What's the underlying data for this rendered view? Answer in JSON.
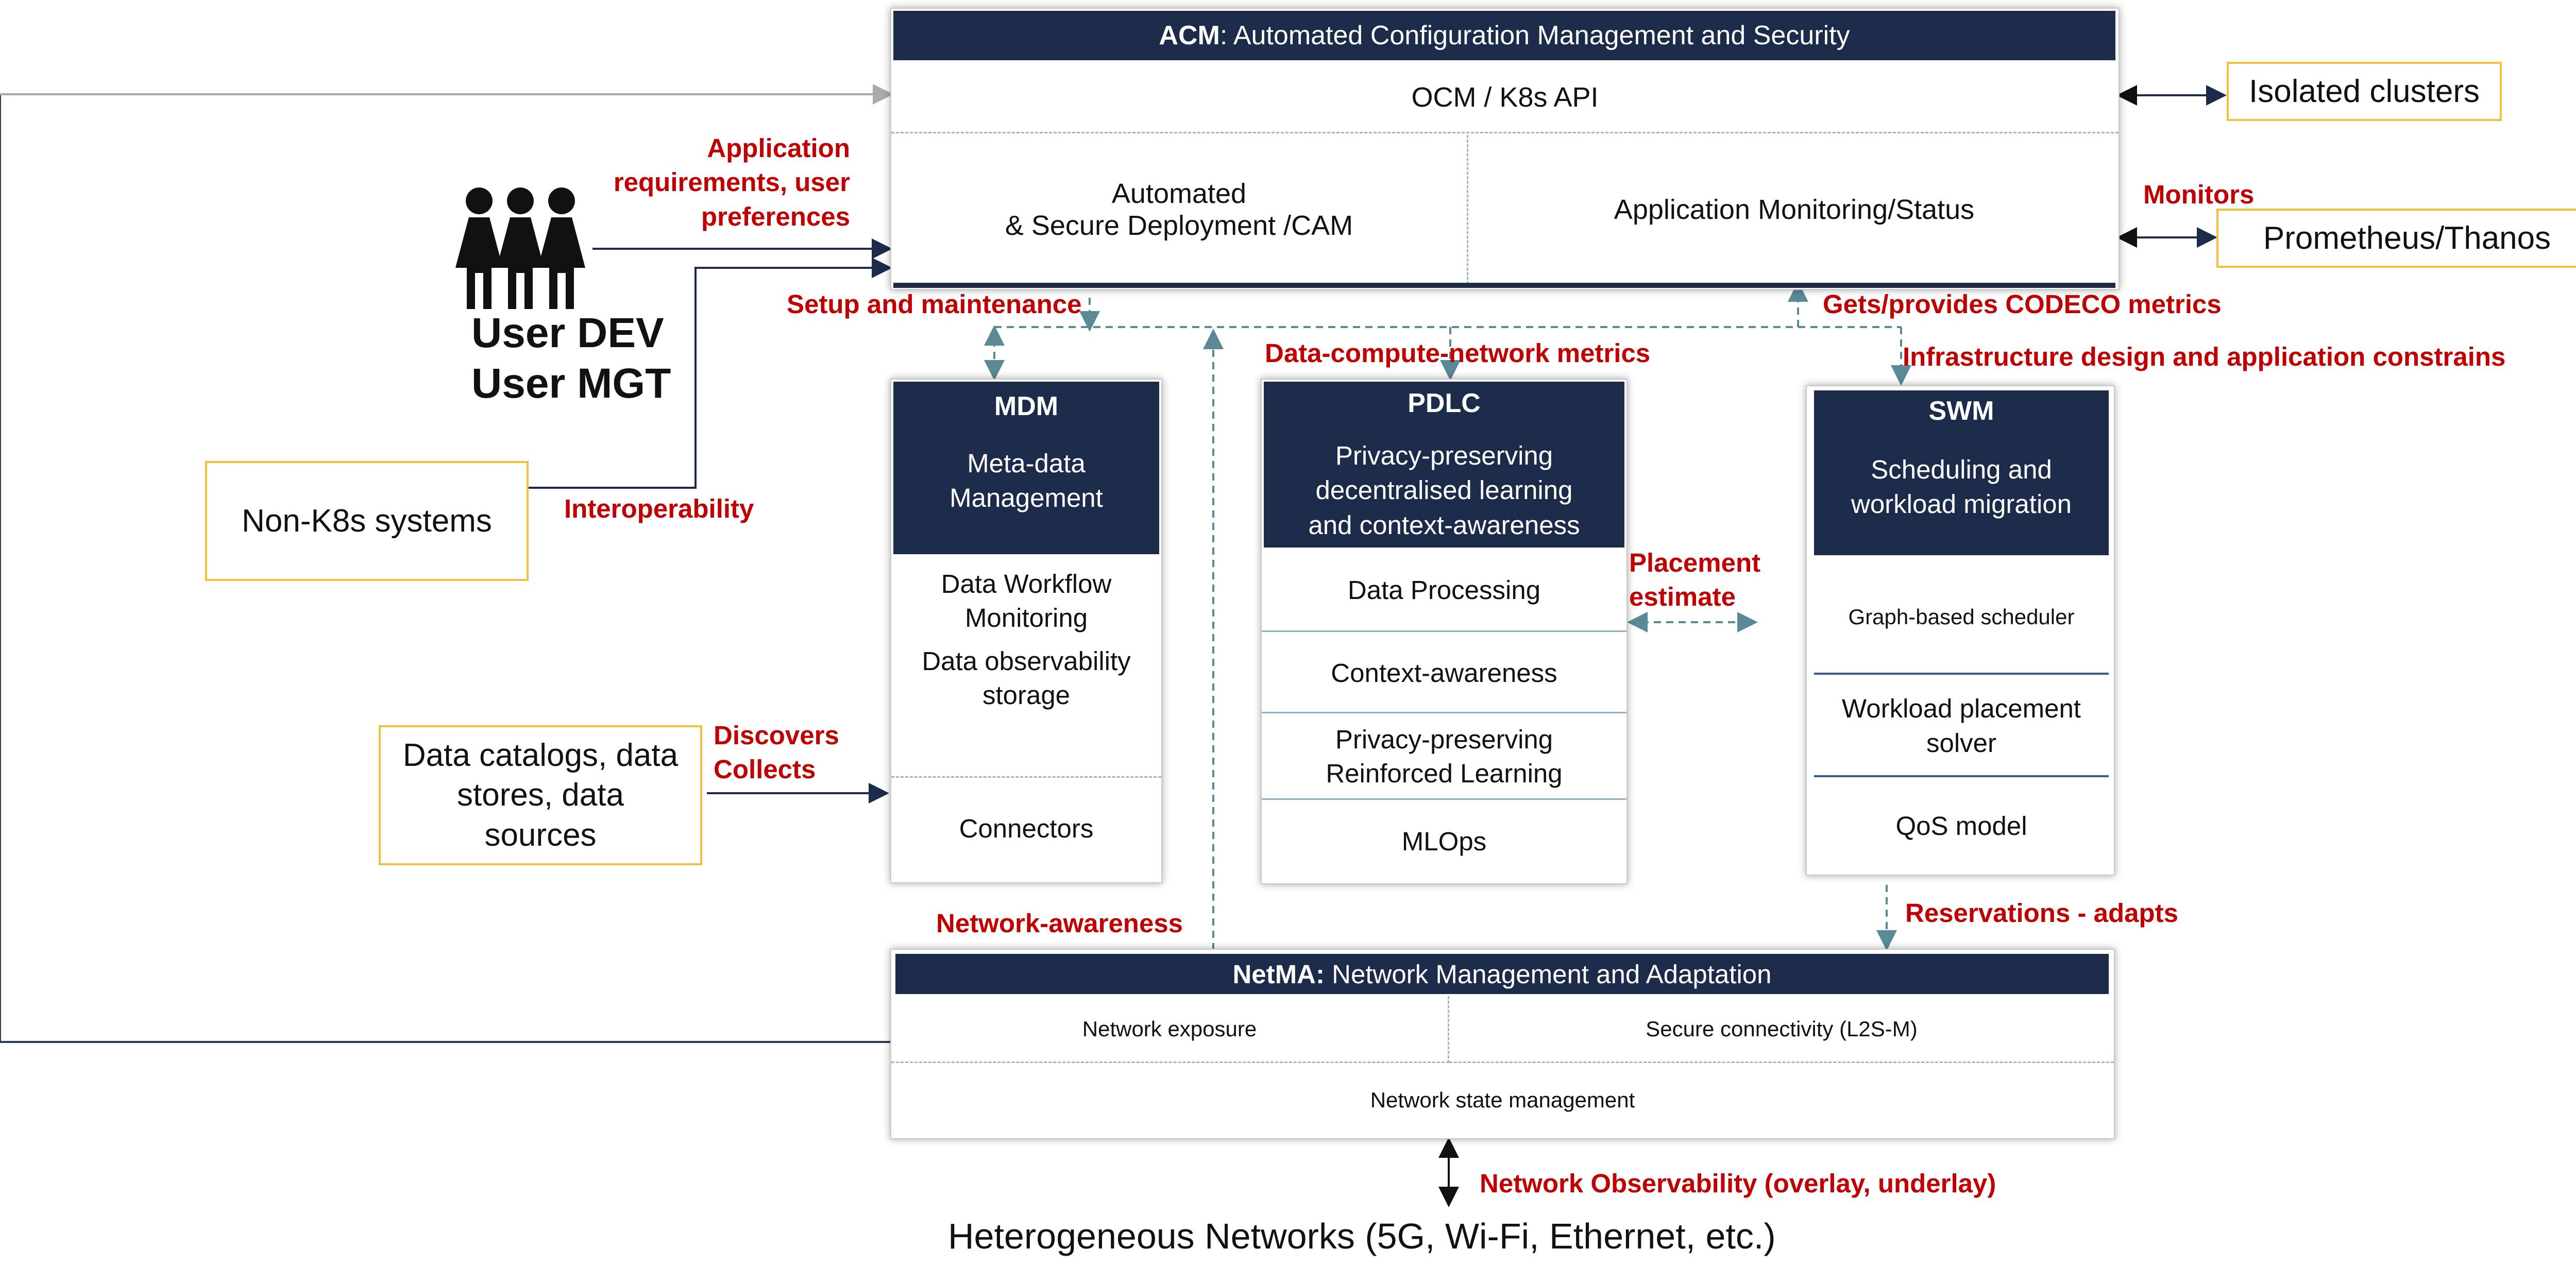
{
  "acm": {
    "title_bold": "ACM",
    "title_rest": ": Automated Configuration Management and Security",
    "api": "OCM / K8s API",
    "deployment": "Automated\n& Secure Deployment /CAM",
    "monitoring": "Application Monitoring/Status"
  },
  "mdm": {
    "title": "MDM",
    "subtitle": "Meta-data\nManagement",
    "item1": "Data Workflow\nMonitoring",
    "item2": "Data observability\nstorage",
    "connectors": "Connectors"
  },
  "pdlc": {
    "title": "PDLC",
    "subtitle": "Privacy-preserving\ndecentralised learning\nand context-awareness",
    "items": [
      "Data Processing",
      "Context-awareness",
      "Privacy-preserving\nReinforced Learning",
      "MLOps"
    ]
  },
  "swm": {
    "title": "SWM",
    "subtitle": "Scheduling and\nworkload migration",
    "items": [
      "Graph-based scheduler",
      "Workload placement\nsolver",
      "QoS model"
    ]
  },
  "netma": {
    "title_bold": "NetMA:",
    "title_rest": " Network Management and Adaptation",
    "exposure": "Network exposure",
    "secure": "Secure connectivity (L2S-M)",
    "state": "Network state management"
  },
  "external": {
    "isolated": "Isolated clusters",
    "prometheus": "Prometheus/Thanos",
    "non_k8s": "Non-K8s systems",
    "catalogs": "Data catalogs, data\nstores, data\nsources",
    "networks": "Heterogeneous Networks (5G, Wi-Fi, Ethernet, etc.)",
    "user_dev": "User DEV",
    "user_mgt": "User MGT"
  },
  "labels": {
    "app_req": "Application\nrequirements, user\npreferences",
    "monitors": "Monitors",
    "setup": "Setup and maintenance",
    "gets_provides": "Gets/provides CODECO metrics",
    "dcn_metrics": "Data-compute-network metrics",
    "infra": "Infrastructure design and application constrains",
    "interop": "Interoperability",
    "placement": "Placement\nestimate",
    "discovers": "Discovers\nCollects",
    "network_awareness": "Network-awareness",
    "reservations": "Reservations - adapts",
    "net_obs": "Network Observability (overlay, underlay)"
  },
  "colors": {
    "navy": "#1c2b49",
    "red": "#c00000",
    "yellow": "#f0c040",
    "teal": "#5a8a96"
  }
}
